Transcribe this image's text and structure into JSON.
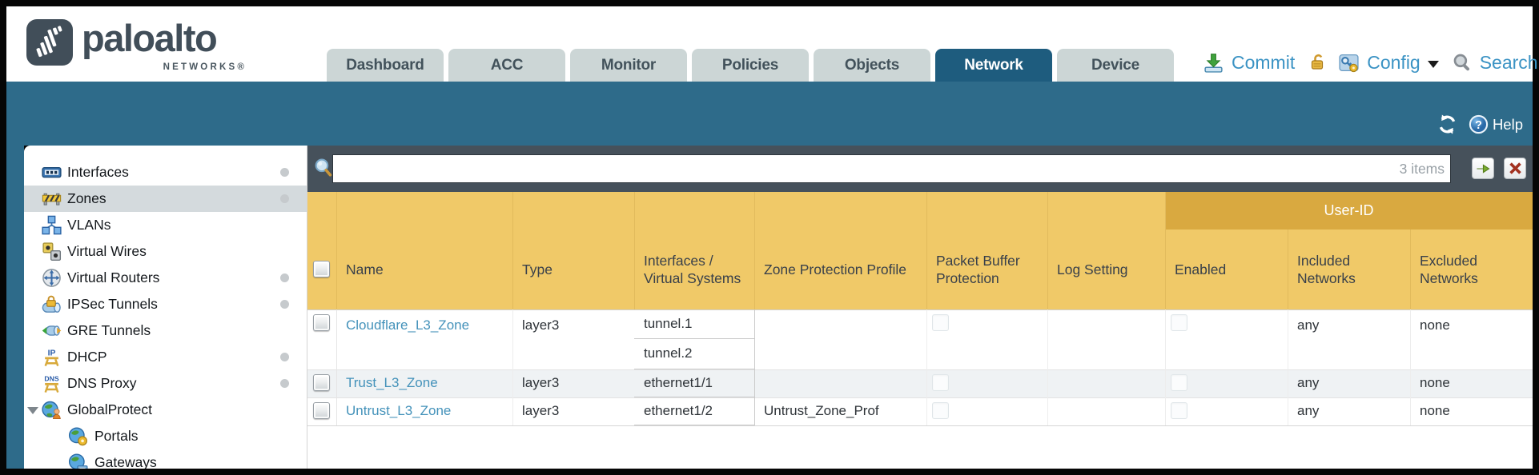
{
  "brand": {
    "name": "paloalto",
    "sub": "NETWORKS®"
  },
  "nav": {
    "tabs": [
      {
        "label": "Dashboard"
      },
      {
        "label": "ACC"
      },
      {
        "label": "Monitor"
      },
      {
        "label": "Policies"
      },
      {
        "label": "Objects"
      },
      {
        "label": "Network",
        "active": true
      },
      {
        "label": "Device"
      }
    ]
  },
  "actions": {
    "commit": "Commit",
    "config": "Config",
    "search": "Search"
  },
  "band": {
    "help": "Help"
  },
  "filter": {
    "value": "",
    "count": "3 items"
  },
  "sidebar": {
    "items": [
      {
        "label": "Interfaces",
        "icon": "interfaces-icon",
        "dot": true
      },
      {
        "label": "Zones",
        "icon": "zones-icon",
        "dot": true,
        "selected": true
      },
      {
        "label": "VLANs",
        "icon": "vlans-icon",
        "dot": false
      },
      {
        "label": "Virtual Wires",
        "icon": "virtual-wires-icon",
        "dot": false
      },
      {
        "label": "Virtual Routers",
        "icon": "virtual-routers-icon",
        "dot": true
      },
      {
        "label": "IPSec Tunnels",
        "icon": "ipsec-tunnels-icon",
        "dot": true
      },
      {
        "label": "GRE Tunnels",
        "icon": "gre-tunnels-icon",
        "dot": false
      },
      {
        "label": "DHCP",
        "icon": "dhcp-icon",
        "dot": true
      },
      {
        "label": "DNS Proxy",
        "icon": "dns-proxy-icon",
        "dot": true
      },
      {
        "label": "GlobalProtect",
        "icon": "globalprotect-icon",
        "dot": false,
        "expanded": true
      },
      {
        "label": "Portals",
        "icon": "portals-icon",
        "dot": false,
        "child": true
      },
      {
        "label": "Gateways",
        "icon": "gateways-icon",
        "dot": false,
        "child": true
      }
    ]
  },
  "table": {
    "group_header": "User-ID",
    "columns": {
      "name": "Name",
      "type": "Type",
      "interfaces": "Interfaces / Virtual Systems",
      "zpp": "Zone Protection Profile",
      "pbp": "Packet Buffer Protection",
      "log": "Log Setting",
      "enabled": "Enabled",
      "included": "Included Networks",
      "excluded": "Excluded Networks"
    },
    "rows": [
      {
        "name": "Cloudflare_L3_Zone",
        "type": "layer3",
        "interfaces": [
          "tunnel.1",
          "tunnel.2"
        ],
        "zpp": "",
        "included": "any",
        "excluded": "none"
      },
      {
        "name": "Trust_L3_Zone",
        "type": "layer3",
        "interfaces": [
          "ethernet1/1"
        ],
        "zpp": "",
        "included": "any",
        "excluded": "none"
      },
      {
        "name": "Untrust_L3_Zone",
        "type": "layer3",
        "interfaces": [
          "ethernet1/2"
        ],
        "zpp": "Untrust_Zone_Prof",
        "included": "any",
        "excluded": "none"
      }
    ]
  },
  "colors": {
    "teal_band": "#2e6b8a",
    "active_tab": "#1e5c7e",
    "inactive_tab": "#ccd6d6",
    "toolbar": "#46515b",
    "header_amber": "#f0c968",
    "group_amber": "#d9a940",
    "link_blue": "#4492ba",
    "action_blue": "#3b93c4",
    "stripe": "#eff2f4"
  }
}
